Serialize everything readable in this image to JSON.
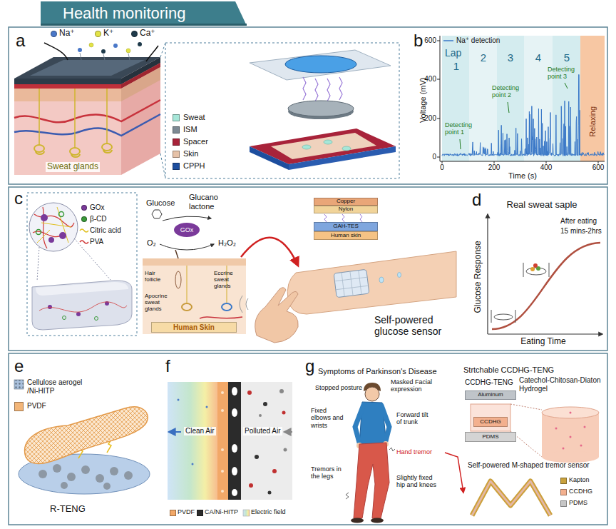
{
  "diagram": {
    "title": "Health monitoring",
    "nodes": [
      {
        "text": [
          "Copper"
        ]
      },
      {
        "text": [
          "Nylon"
        ]
      },
      {
        "text": [
          "GAH-TES"
        ]
      },
      {
        "text": [
          "Human skin"
        ]
      },
      {
        "text": [
          "Human Skin"
        ]
      },
      {
        "text": [
          "Aluminum"
        ]
      },
      {
        "text": [
          "CCDHG"
        ]
      },
      {
        "text": [
          "PDMS"
        ]
      }
    ],
    "labels": [
      "a",
      "b",
      "c",
      "d",
      "e",
      "f",
      "g",
      "Sweat glands",
      "Voltage (mV)",
      "600",
      "400",
      "200",
      "0",
      "0",
      "200",
      "400",
      "600",
      "Time (s)",
      "Lap",
      "1",
      "2",
      "3",
      "4",
      "5",
      "Relaxing",
      "Detecting point 1",
      "Detecting point 2",
      "Detecting point 3",
      "Glucose",
      "Glucano lactone",
      "GOx",
      "O₂",
      "H₂O₂",
      "Hair follicle",
      "Apocrine sweat glands",
      "Eccrine sweat glands",
      "Self-powered glucose sensor",
      "Real sweat saple",
      "Glucose Response",
      "Eating Time",
      "After eating",
      "15 mins-2hrs",
      "R-TENG",
      "Clean Air",
      "Polluted Air",
      "Symptoms of Parkinson's Disease",
      "Stopped posture",
      "Masked Facial expression",
      "Fixed elbows and wrists",
      "Forward tilt of trunk",
      "Hand tremor",
      "Tremors in the legs",
      "Slightly fixed hip and knees",
      "Strtchable CCDHG-TENG",
      "CCDHG-TENG",
      "Catechol-Chitosan-Diaton Hydrogel",
      "Self-powered M-shaped tremor sensor"
    ],
    "legend": [
      {
        "text": "Na⁺",
        "color": "#4a78c8"
      },
      {
        "text": "K⁺",
        "color": "#e3e346"
      },
      {
        "text": "Ca⁺",
        "color": "#1e3a4a"
      },
      {
        "text": "Sweat",
        "color": "#a6e6d8"
      },
      {
        "text": "ISM",
        "color": "#7d8a94"
      },
      {
        "text": "Spacer",
        "color": "#a8233a"
      },
      {
        "text": "Skin",
        "color": "#e6c2a8"
      },
      {
        "text": "CPPH",
        "color": "#1d4e9e"
      },
      {
        "text": "Na⁺ detection"
      },
      {
        "text": "GOx",
        "color": "#7a3a9a"
      },
      {
        "text": "β-CD",
        "color": "#3a9a3a"
      },
      {
        "text": "Citric acid"
      },
      {
        "text": "PVA"
      },
      {
        "text": "Cellulose aerogel /Ni-HITP"
      },
      {
        "text": "PVDF",
        "color": "#f3b679"
      },
      {
        "text": "PVDF",
        "color": "#f2a868"
      },
      {
        "text": "CA/Ni-HITP",
        "color": "#2b2b2b"
      },
      {
        "text": "Electric field"
      },
      {
        "text": "Kapton",
        "color": "#c9a13c"
      },
      {
        "text": "CCDHG",
        "color": "#f3b08e"
      },
      {
        "text": "PDMS",
        "color": "#c6c6c6"
      }
    ]
  }
}
